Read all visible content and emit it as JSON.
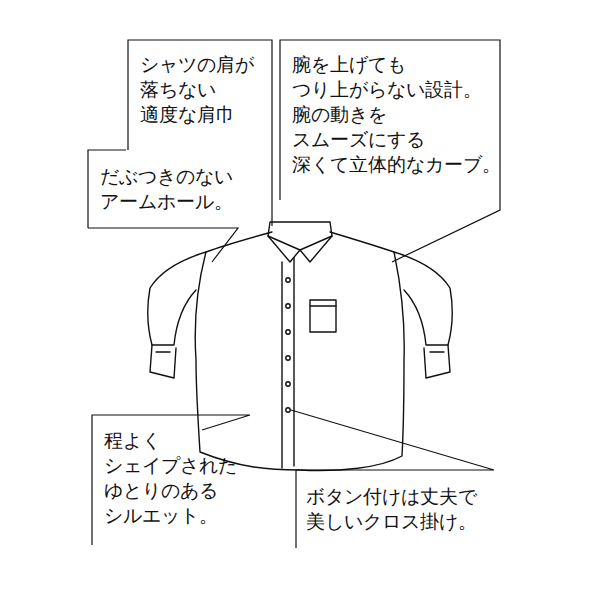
{
  "diagram": {
    "labels": [
      "シャツの肩が 落ちない 適度な肩巾",
      "腕を上げても つり上がらない設計。 腕の動きを スムーズにする 深くて立体的なカーブ。",
      "だぶつきのない アームホール。",
      "程よく シェイプされた ゆとりのある シルエット。",
      "ボタン付けは丈夫で 美しいクロス掛け。"
    ]
  }
}
